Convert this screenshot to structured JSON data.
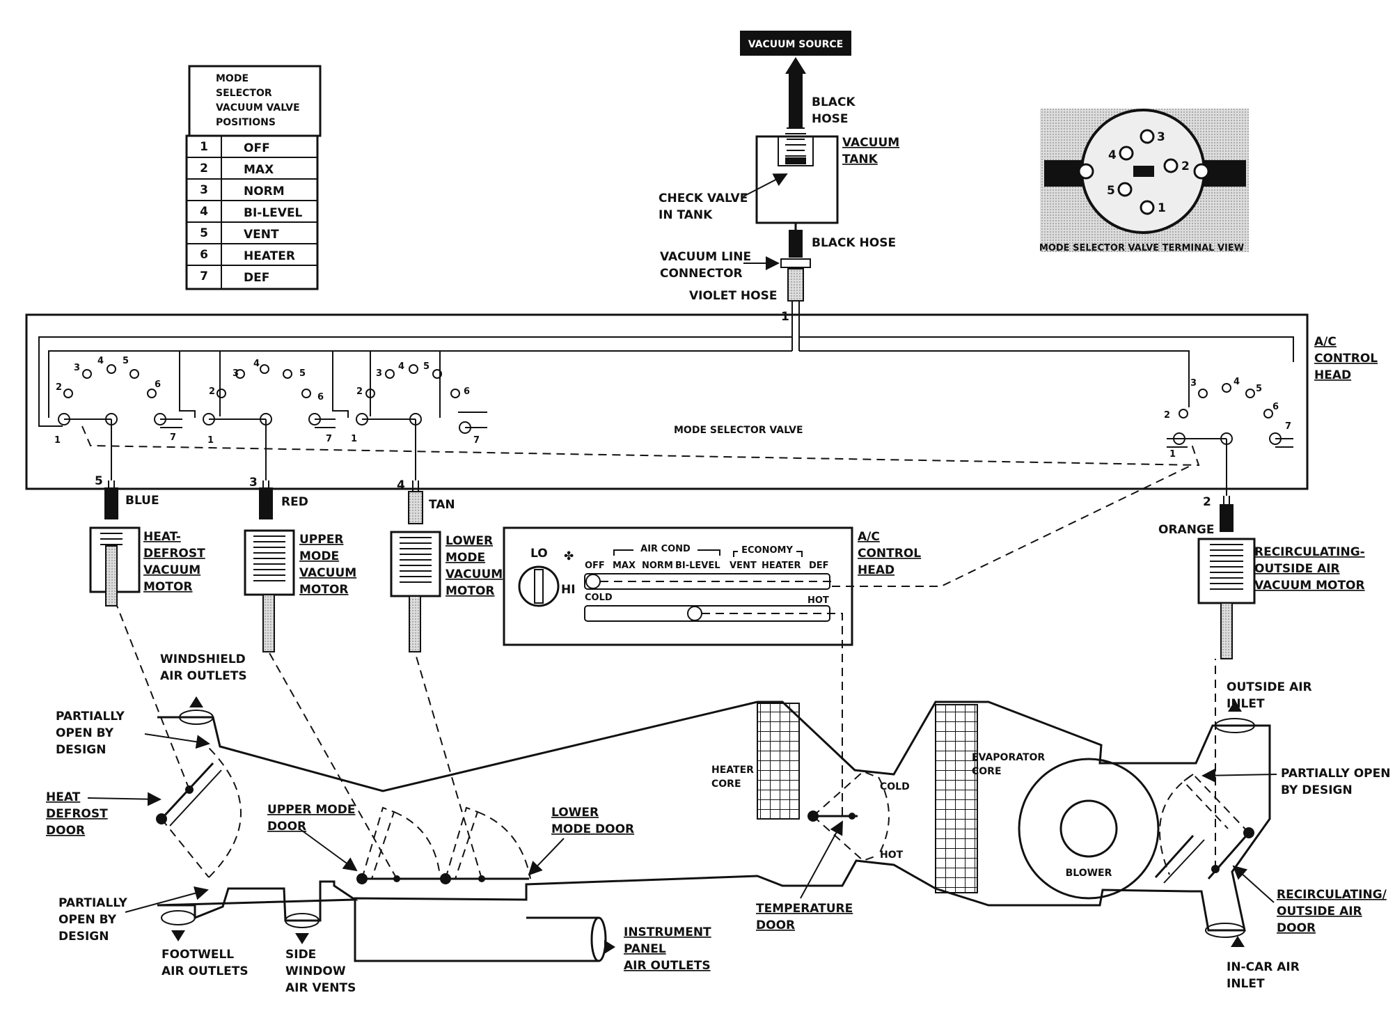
{
  "mode_table": {
    "header": [
      "MODE",
      "SELECTOR",
      "VACUUM VALVE",
      "POSITIONS"
    ],
    "rows": [
      {
        "num": "1",
        "mode": "OFF"
      },
      {
        "num": "2",
        "mode": "MAX"
      },
      {
        "num": "3",
        "mode": "NORM"
      },
      {
        "num": "4",
        "mode": "BI-LEVEL"
      },
      {
        "num": "5",
        "mode": "VENT"
      },
      {
        "num": "6",
        "mode": "HEATER"
      },
      {
        "num": "7",
        "mode": "DEF"
      }
    ]
  },
  "vacuum_source": "VACUUM SOURCE",
  "black_hose_top": [
    "BLACK",
    "HOSE"
  ],
  "vacuum_tank": [
    "VACUUM",
    "TANK"
  ],
  "check_valve": [
    "CHECK VALVE",
    "IN TANK"
  ],
  "black_hose_mid": "BLACK HOSE",
  "vacuum_line_connector": [
    "VACUUM LINE",
    "CONNECTOR"
  ],
  "violet_hose": "VIOLET HOSE",
  "terminal_view": {
    "caption": "MODE SELECTOR VALVE TERMINAL VIEW",
    "ports": [
      "1",
      "2",
      "3",
      "4",
      "5"
    ]
  },
  "ac_control_head_top": [
    "A/C",
    "CONTROL",
    "HEAD"
  ],
  "mode_selector_valve": "MODE SELECTOR VALVE",
  "valve_numbers": [
    "1",
    "2",
    "3",
    "4",
    "5",
    "6",
    "7"
  ],
  "hoses": [
    {
      "num": "5",
      "color": "BLUE"
    },
    {
      "num": "3",
      "color": "RED"
    },
    {
      "num": "4",
      "color": "TAN"
    },
    {
      "num": "2",
      "color": "ORANGE"
    }
  ],
  "top_port_num": "1",
  "motors": [
    {
      "name": [
        "HEAT-",
        "DEFROST",
        "VACUUM",
        "MOTOR"
      ]
    },
    {
      "name": [
        "UPPER",
        "MODE",
        "VACUUM",
        "MOTOR"
      ]
    },
    {
      "name": [
        "LOWER",
        "MODE",
        "VACUUM",
        "MOTOR"
      ]
    },
    {
      "name": [
        "RECIRCULATING-",
        "OUTSIDE AIR",
        "VACUUM MOTOR"
      ]
    }
  ],
  "control_panel": {
    "title": [
      "A/C",
      "CONTROL",
      "HEAD"
    ],
    "lo": "LO",
    "hi": "HI",
    "air_cond": "AIR COND",
    "economy": "ECONOMY",
    "modes": [
      "OFF",
      "MAX",
      "NORM",
      "BI-LEVEL",
      "VENT",
      "HEATER",
      "DEF"
    ],
    "cold": "COLD",
    "hot": "HOT"
  },
  "duct_labels": {
    "windshield": [
      "WINDSHIELD",
      "AIR OUTLETS"
    ],
    "partially_open_top": [
      "PARTIALLY",
      "OPEN BY",
      "DESIGN"
    ],
    "heat_defrost_door": [
      "HEAT",
      "DEFROST",
      "DOOR"
    ],
    "partially_open_bottom": [
      "PARTIALLY",
      "OPEN BY",
      "DESIGN"
    ],
    "footwell": [
      "FOOTWELL",
      "AIR OUTLETS"
    ],
    "side_window": [
      "SIDE",
      "WINDOW",
      "AIR VENTS"
    ],
    "upper_mode_door": [
      "UPPER MODE",
      "DOOR"
    ],
    "lower_mode_door": [
      "LOWER",
      "MODE DOOR"
    ],
    "instrument_panel": [
      "INSTRUMENT",
      "PANEL",
      "AIR OUTLETS"
    ],
    "heater_core": [
      "HEATER",
      "CORE"
    ],
    "cold": "COLD",
    "hot": "HOT",
    "temperature_door": [
      "TEMPERATURE",
      "DOOR"
    ],
    "evaporator_core": [
      "EVAPORATOR",
      "CORE"
    ],
    "blower": "BLOWER",
    "outside_air_inlet": [
      "OUTSIDE AIR",
      "INLET"
    ],
    "partially_open_right": [
      "PARTIALLY OPEN",
      "BY DESIGN"
    ],
    "recirc_door": [
      "RECIRCULATING/",
      "OUTSIDE AIR",
      "DOOR"
    ],
    "in_car_inlet": [
      "IN-CAR AIR",
      "INLET"
    ]
  }
}
